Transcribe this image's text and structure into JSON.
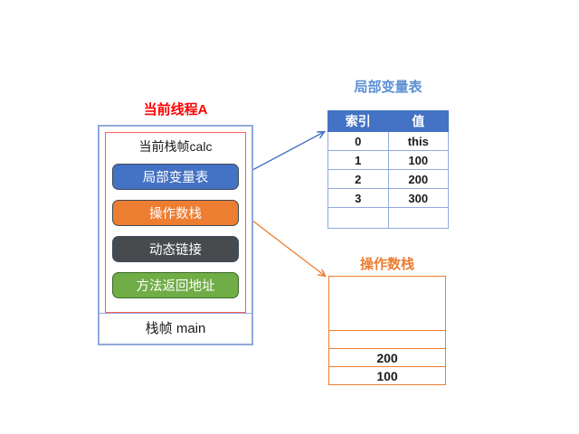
{
  "diagram": {
    "title_note": "JVM stack frame diagram",
    "background": "#ffffff"
  },
  "thread": {
    "title": "当前线程A",
    "title_color": "#FF0000",
    "frame_border_color": "#8FAADC",
    "current_frame": {
      "label": "当前栈帧calc",
      "border_color": "#FF5A5A",
      "components": [
        {
          "label": "局部变量表",
          "color": "#4472C4",
          "name": "local-variable-table"
        },
        {
          "label": "操作数栈",
          "color": "#ED7D31",
          "name": "operand-stack"
        },
        {
          "label": "动态链接",
          "color": "#474B4E",
          "name": "dynamic-linking"
        },
        {
          "label": "方法返回地址",
          "color": "#70AD47",
          "name": "method-return-address"
        }
      ]
    },
    "main_frame": {
      "label": "栈帧 main"
    }
  },
  "local_variable_table": {
    "title": "局部变量表",
    "title_color": "#5B8FD4",
    "header_bg": "#4472C4",
    "columns": [
      "索引",
      "值"
    ],
    "rows": [
      {
        "index": "0",
        "value": "this"
      },
      {
        "index": "1",
        "value": "100"
      },
      {
        "index": "2",
        "value": "200"
      },
      {
        "index": "3",
        "value": "300"
      }
    ],
    "empty_row": {
      "index": "",
      "value": ""
    }
  },
  "operand_stack_panel": {
    "title": "操作数栈",
    "title_color": "#ED7D31",
    "border_color": "#ED7D31",
    "slots": [
      {
        "value": "",
        "tall": true
      },
      {
        "value": "",
        "tall": false
      },
      {
        "value": "200",
        "tall": false
      },
      {
        "value": "100",
        "tall": false
      }
    ]
  },
  "connectors": [
    {
      "name": "locals-arrow",
      "color": "#4472C4",
      "from": "局部变量表",
      "to": "局部变量表 table"
    },
    {
      "name": "operand-arrow",
      "color": "#ED7D31",
      "from": "操作数栈",
      "to": "操作数栈 box"
    }
  ]
}
